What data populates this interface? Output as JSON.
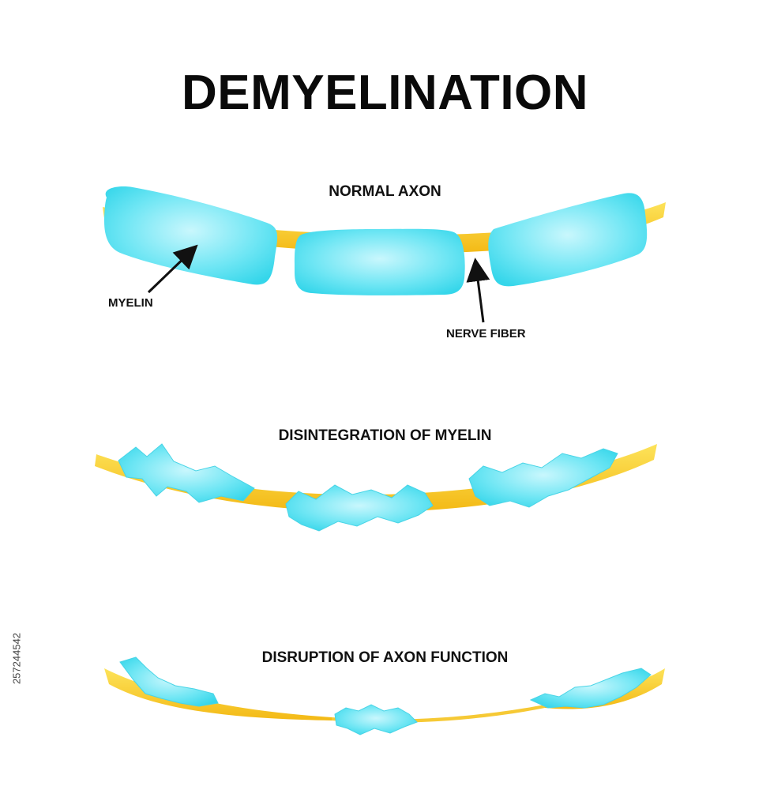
{
  "title": "DEMYELINATION",
  "stages": {
    "normal": "NORMAL AXON",
    "disintegration": "DISINTEGRATION OF MYELIN",
    "disruption": "DISRUPTION OF AXON FUNCTION"
  },
  "labels": {
    "myelin": "MYELIN",
    "nerve_fiber": "NERVE FIBER"
  },
  "stock_id": "257244542",
  "colors": {
    "myelin": "#3ddbee",
    "myelin_light": "#c4f6fc",
    "nerve_fiber": "#fbd22c",
    "nerve_fiber_dark": "#f2b712",
    "text": "#111111"
  }
}
